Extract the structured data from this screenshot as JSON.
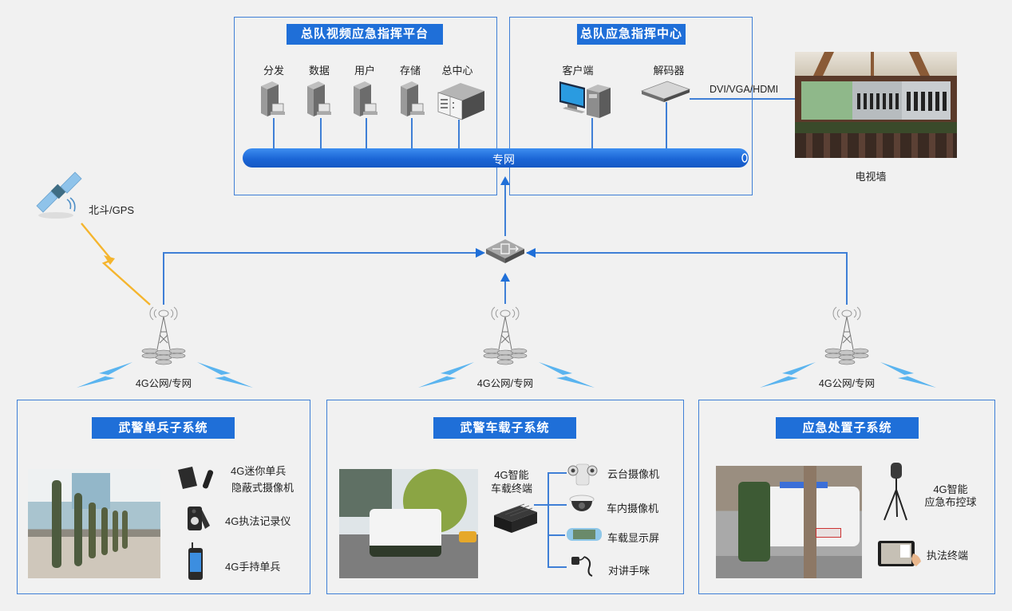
{
  "platform": {
    "title": "总队视频应急指挥平台",
    "servers": [
      {
        "label": "分发",
        "icon": "server-tower-icon"
      },
      {
        "label": "数据",
        "icon": "server-tower-icon"
      },
      {
        "label": "用户",
        "icon": "server-tower-icon"
      },
      {
        "label": "存储",
        "icon": "server-tower-icon"
      },
      {
        "label": "总中心",
        "icon": "rack-server-icon"
      }
    ]
  },
  "command_center": {
    "title": "总队应急指挥中心",
    "devices": [
      {
        "label": "客户端",
        "icon": "desktop-computer-icon"
      },
      {
        "label": "解码器",
        "icon": "decoder-box-icon"
      }
    ],
    "output_link_label": "DVI/VGA/HDMI"
  },
  "private_network": {
    "label": "专网"
  },
  "video_wall": {
    "label": "电视墙"
  },
  "satellite": {
    "label": "北斗/GPS"
  },
  "gateway": {
    "icon": "network-gateway-icon"
  },
  "base_stations": [
    {
      "label": "4G公网/专网"
    },
    {
      "label": "4G公网/专网"
    },
    {
      "label": "4G公网/专网"
    }
  ],
  "subsystems": {
    "soldier": {
      "title": "武警单兵子系统",
      "items": [
        {
          "line1": "4G迷你单兵",
          "line2": "隐蔽式摄像机"
        },
        {
          "line1": "4G执法记录仪"
        },
        {
          "line1": "4G手持单兵"
        }
      ]
    },
    "vehicle": {
      "title": "武警车载子系统",
      "terminal": {
        "line1": "4G智能",
        "line2": "车载终端"
      },
      "items": [
        {
          "label": "云台摄像机"
        },
        {
          "label": "车内摄像机"
        },
        {
          "label": "车载显示屏"
        },
        {
          "label": "对讲手咪"
        }
      ]
    },
    "emergency": {
      "title": "应急处置子系统",
      "items": [
        {
          "line1": "4G智能",
          "line2": "应急布控球"
        },
        {
          "line1": "执法终端"
        }
      ]
    }
  },
  "colors": {
    "accent": "#1f6fd8",
    "line": "#3f7fd6",
    "background": "#f1f1f1",
    "lightning_orange": "#f5b52e",
    "lightning_blue": "#5ab4ef"
  }
}
